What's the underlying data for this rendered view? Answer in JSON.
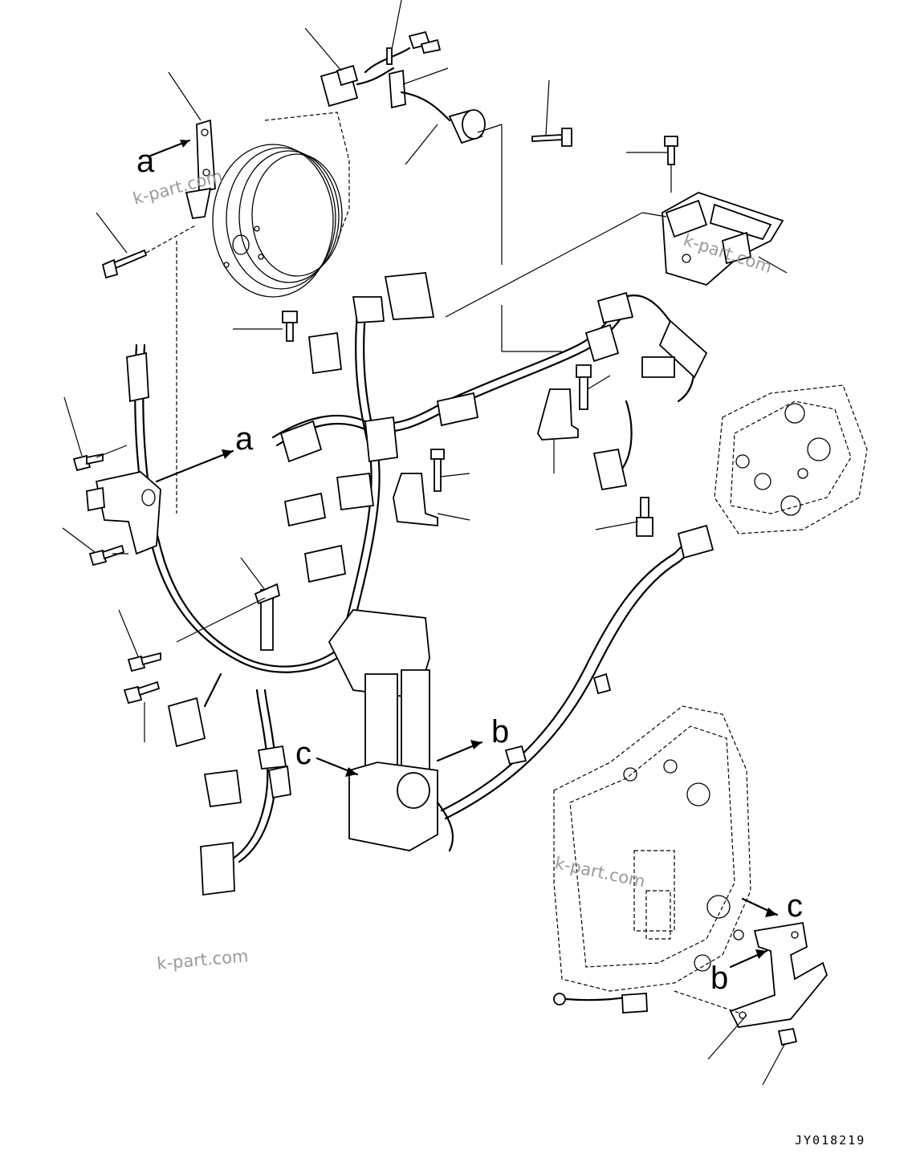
{
  "labels": {
    "a_top": "a",
    "a_mid": "a",
    "b_mid": "b",
    "b_low": "b",
    "c_mid": "c",
    "c_low": "c"
  },
  "watermark": "k-part.com",
  "drawing_code": "JY018219"
}
